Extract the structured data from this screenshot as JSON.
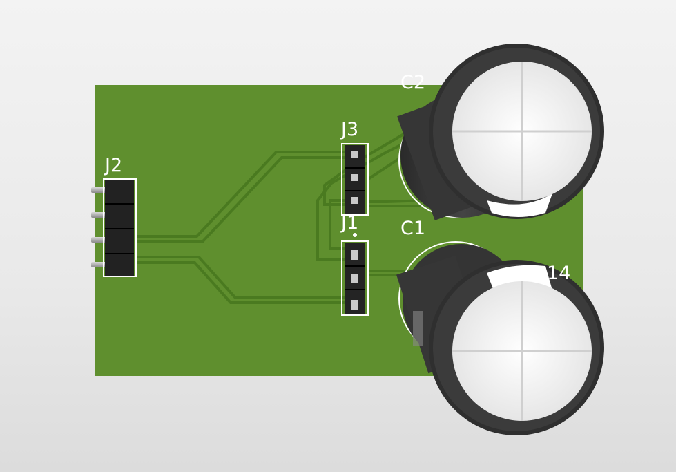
{
  "board": {
    "designators": {
      "j1": "J1",
      "j2": "J2",
      "j3": "J3",
      "c1": "C1",
      "c2": "C2",
      "partial": "14"
    }
  },
  "colors": {
    "board": "#5f8f2e",
    "trace": "#4f7d24",
    "silkscreen": "#ffffff",
    "header_body": "#222222",
    "capacitor_sleeve": "#3a3a3a",
    "capacitor_top": "#f5f5f5"
  }
}
